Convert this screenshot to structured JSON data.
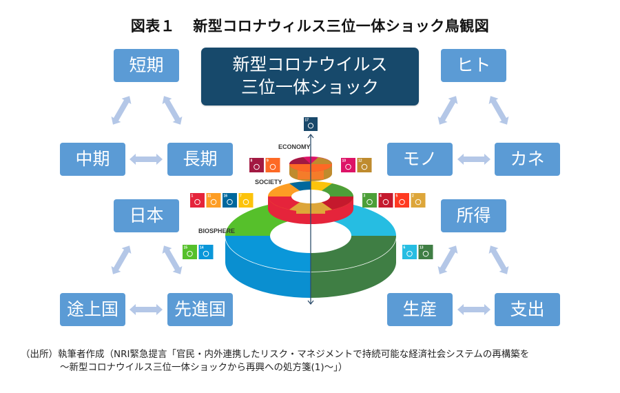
{
  "title": {
    "label": "図表１",
    "text": "新型コロナウィルス三位一体ショック鳥観図"
  },
  "hero": {
    "line1": "新型コロナウイルス",
    "line2": "三位一体ショック"
  },
  "triangles": {
    "time": {
      "top": "短期",
      "left": "中期",
      "right": "長期"
    },
    "people": {
      "top": "ヒト",
      "left": "モノ",
      "right": "カネ"
    },
    "country": {
      "top": "日本",
      "left": "途上国",
      "right": "先進国"
    },
    "economy": {
      "top": "所得",
      "left": "生産",
      "right": "支出"
    }
  },
  "sdgs": {
    "labels": {
      "economy": "ECONOMY",
      "society": "SOCIETY",
      "biosphere": "BIOSPHERE"
    },
    "top_goal": {
      "number": "17",
      "color": "#19486a"
    },
    "economy_left": [
      {
        "number": "8",
        "color": "#a21942"
      },
      {
        "number": "9",
        "color": "#fd6925"
      }
    ],
    "economy_right": [
      {
        "number": "10",
        "color": "#dd1367"
      },
      {
        "number": "12",
        "color": "#bf8b2e"
      }
    ],
    "society_left": [
      {
        "number": "1",
        "color": "#e5243b"
      },
      {
        "number": "11",
        "color": "#fd9d24"
      },
      {
        "number": "16",
        "color": "#00689d"
      },
      {
        "number": "7",
        "color": "#fcc30b"
      }
    ],
    "society_right": [
      {
        "number": "3",
        "color": "#4c9f38"
      },
      {
        "number": "4",
        "color": "#c5192d"
      },
      {
        "number": "5",
        "color": "#ff3a21"
      },
      {
        "number": "2",
        "color": "#dda63a"
      }
    ],
    "biosphere_left": [
      {
        "number": "15",
        "color": "#56c02b"
      },
      {
        "number": "14",
        "color": "#0a97d9"
      }
    ],
    "biosphere_right": [
      {
        "number": "6",
        "color": "#26bde2"
      },
      {
        "number": "13",
        "color": "#3f7e44"
      }
    ]
  },
  "colors": {
    "hero_bg": "#17496b",
    "box_bg": "#5b9bd5",
    "arrow": "#b4c7e7"
  },
  "source": {
    "line1": "（出所）執筆者作成（NRI緊急提言「官民・内外連携したリスク・マネジメントで持続可能な経済社会システムの再構築を",
    "line2": "～新型コロナウイルス三位一体ショックから再興への処方箋(1)～」）"
  }
}
